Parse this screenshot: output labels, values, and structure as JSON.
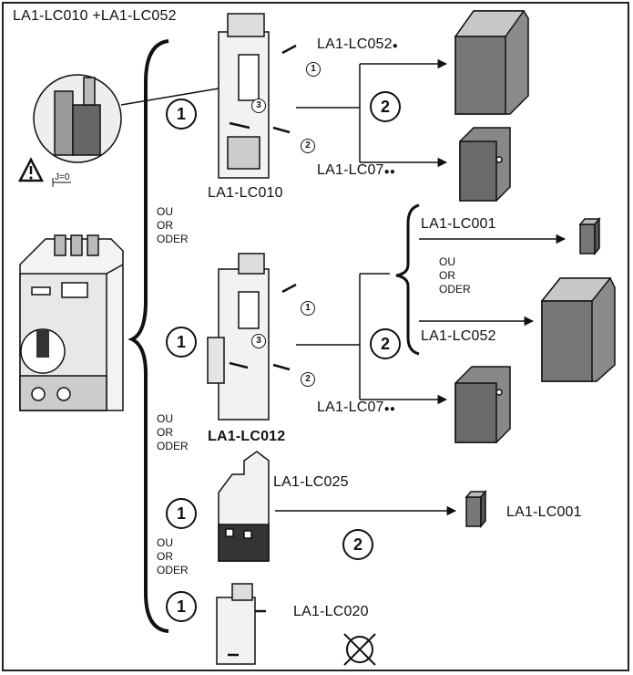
{
  "title": "LA1-LC010 +LA1-LC052",
  "warning": {
    "icon": "warning-triangle-icon",
    "dimension_label": "J=0"
  },
  "connectors": {
    "or_fr": "OU",
    "or_en": "OR",
    "or_de": "ODER"
  },
  "sections": [
    {
      "base_label": "LA1-LC010",
      "step1": "1",
      "step2": "2",
      "options": [
        {
          "label": "LA1-LC052",
          "marker": "●"
        },
        {
          "label": "LA1-LC07",
          "marker": "●●"
        }
      ]
    },
    {
      "base_label": "LA1-LC012",
      "step1": "1",
      "step2": "2",
      "options": [
        {
          "label": "LA1-LC001"
        },
        {
          "label": "LA1-LC052"
        },
        {
          "label": "LA1-LC07",
          "marker": "●●"
        }
      ]
    },
    {
      "base_label": "LA1-LC025",
      "step1": "1",
      "step2": "2",
      "options": [
        {
          "label": "LA1-LC001"
        }
      ]
    },
    {
      "base_label": "LA1-LC020",
      "step1": "1"
    }
  ],
  "substeps": {
    "a": "1",
    "b": "2",
    "c": "3"
  }
}
